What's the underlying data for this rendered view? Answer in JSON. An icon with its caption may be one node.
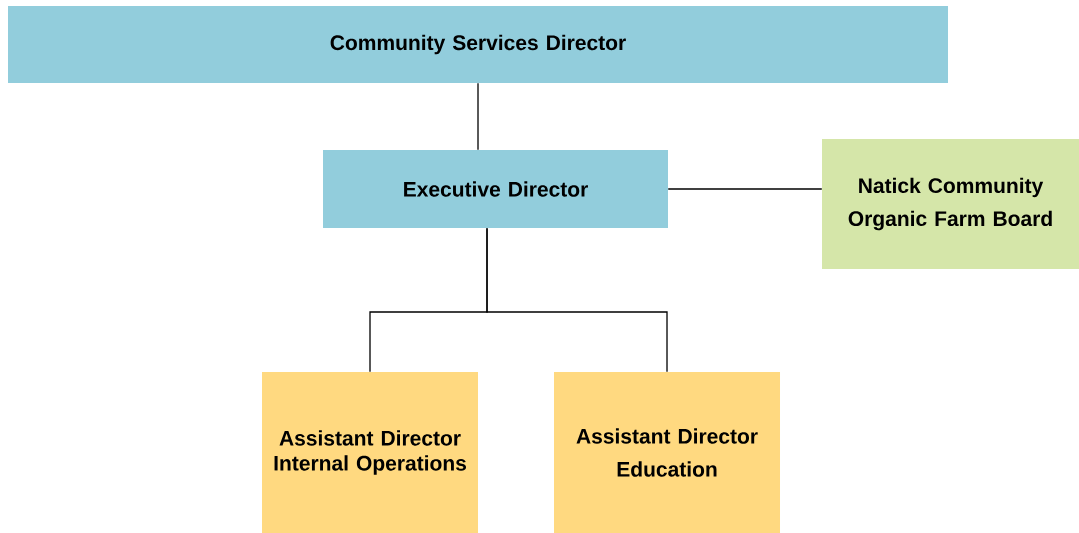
{
  "diagram": {
    "nodes": [
      {
        "text": [
          "Community Services Director"
        ]
      },
      {
        "text": [
          "Executive Director"
        ]
      },
      {
        "text": [
          "Natick Community",
          "Organic Farm Board"
        ]
      },
      {
        "text": [
          "Assistant Director Internal Operations"
        ]
      },
      {
        "text": [
          "Assistant Director",
          "Education"
        ]
      }
    ],
    "edges": [
      {
        "from": 0,
        "to": 1,
        "arrow": "none"
      },
      {
        "from": 1,
        "to": 2,
        "arrow": "none"
      },
      {
        "from": 1,
        "to": 3,
        "arrow": "none"
      },
      {
        "from": 1,
        "to": 4,
        "arrow": "none"
      }
    ]
  }
}
